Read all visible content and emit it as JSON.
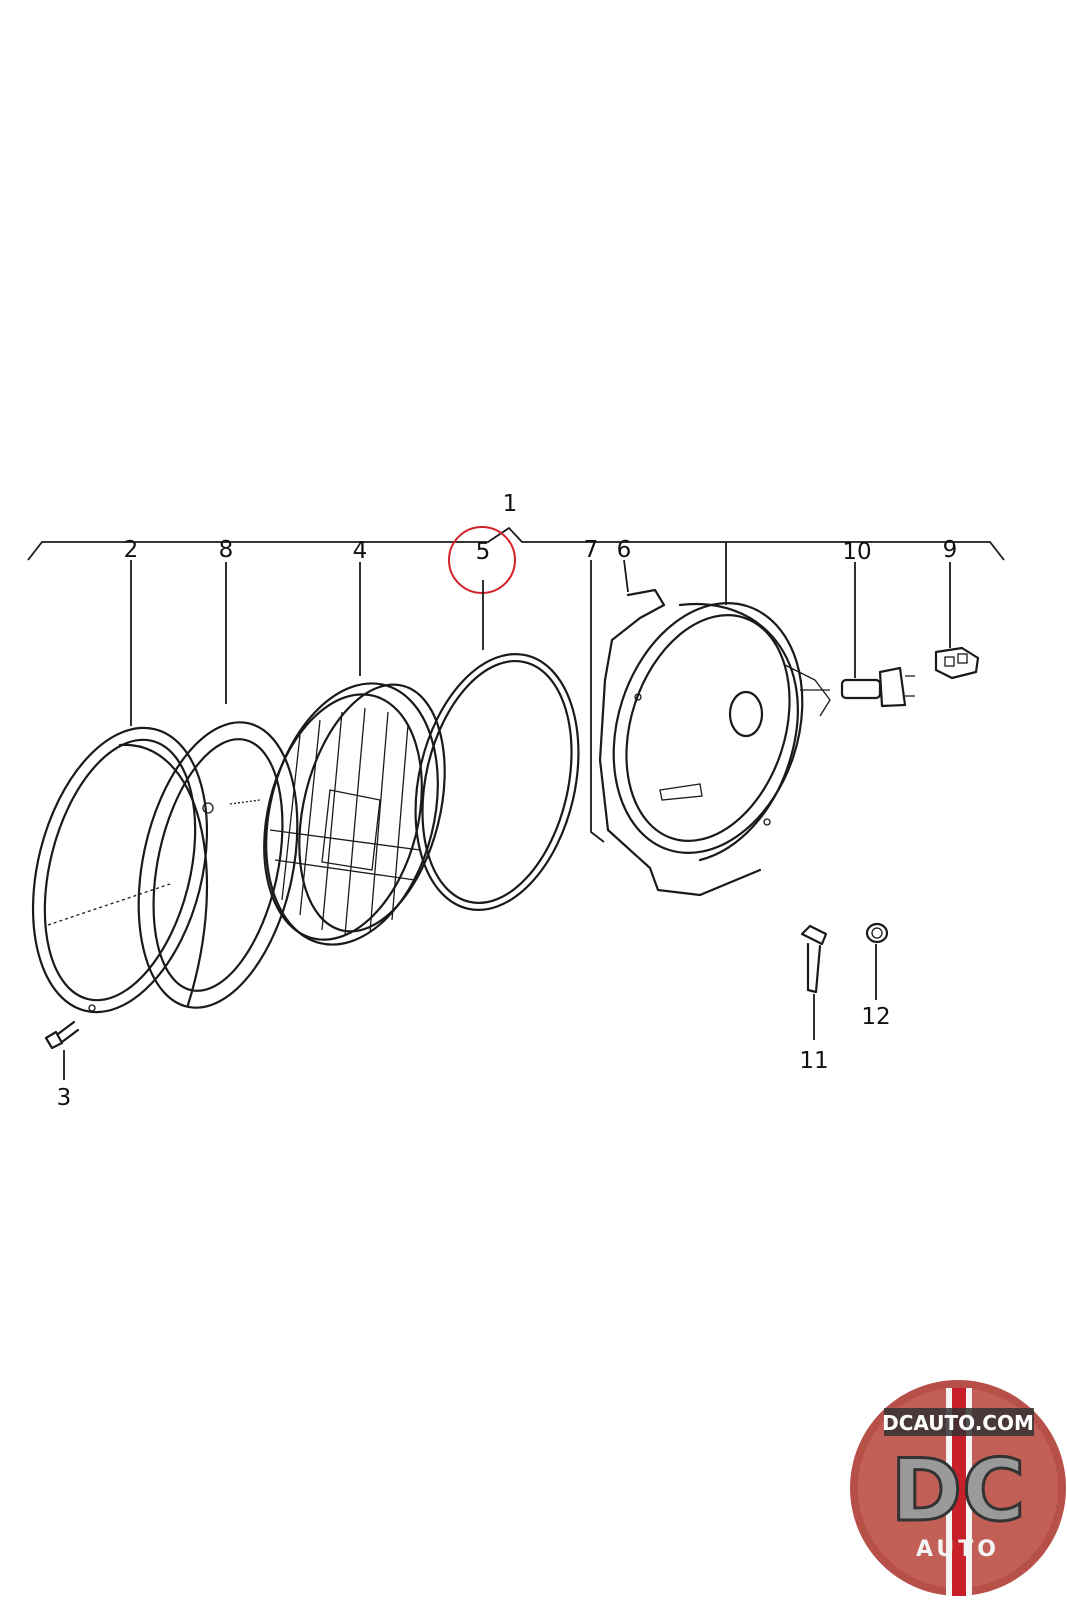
{
  "diagram": {
    "assembly_label": "1",
    "highlighted_callout": "5",
    "highlight_color": "#d3222a",
    "callouts": {
      "c1": "1",
      "c2": "2",
      "c3": "3",
      "c4": "4",
      "c5": "5",
      "c6": "6",
      "c7": "7",
      "c8": "8",
      "c9": "9",
      "c10": "10",
      "c11": "11",
      "c12": "12"
    }
  },
  "logo": {
    "top_text": "DCAUTO.COM",
    "letters": "DC",
    "bottom_text": "AUTO",
    "colors": {
      "ring": "#b8504a",
      "stripe_red": "#c8202a",
      "stripe_white": "#f4f4f4",
      "letters": "#9a9a9a"
    }
  }
}
